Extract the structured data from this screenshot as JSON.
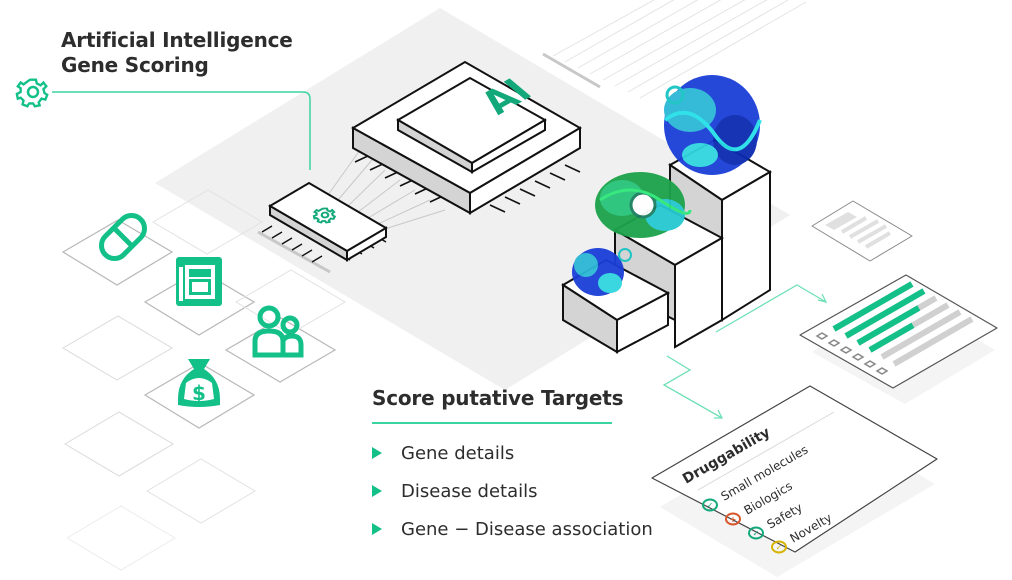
{
  "header": {
    "title_line1": "Artificial Intelligence",
    "title_line2": "Gene Scoring",
    "gear_icon": "gear-icon"
  },
  "chip": {
    "main_label": "AI",
    "small_chip_icon": "gear-icon"
  },
  "inputs": {
    "icons": [
      "pill-icon",
      "newspaper-icon",
      "people-icon",
      "money-bag-icon"
    ]
  },
  "score_section": {
    "title": "Score putative Targets",
    "items": [
      "Gene details",
      "Disease details",
      "Gene − Disease association"
    ]
  },
  "ranking_card": {
    "bars": [
      {
        "fill": 1.0
      },
      {
        "fill": 1.0
      },
      {
        "fill": 0.78
      },
      {
        "fill": 0.55
      },
      {
        "fill": 0.0
      },
      {
        "fill": 0.0
      }
    ]
  },
  "druggability_card": {
    "title": "Druggability",
    "items": [
      {
        "label": "Small molecules",
        "status": "check",
        "status_color": "#13a87a"
      },
      {
        "label": "Biologics",
        "status": "cross",
        "status_color": "#d9552a"
      },
      {
        "label": "Safety",
        "status": "check",
        "status_color": "#13a87a"
      },
      {
        "label": "Novelty",
        "status": "check",
        "status_color": "#d6b400"
      }
    ]
  },
  "colors": {
    "accent": "#13c088",
    "accent_light": "#3bd3a0",
    "text": "#2d2d2d",
    "platform": "#efefef"
  }
}
